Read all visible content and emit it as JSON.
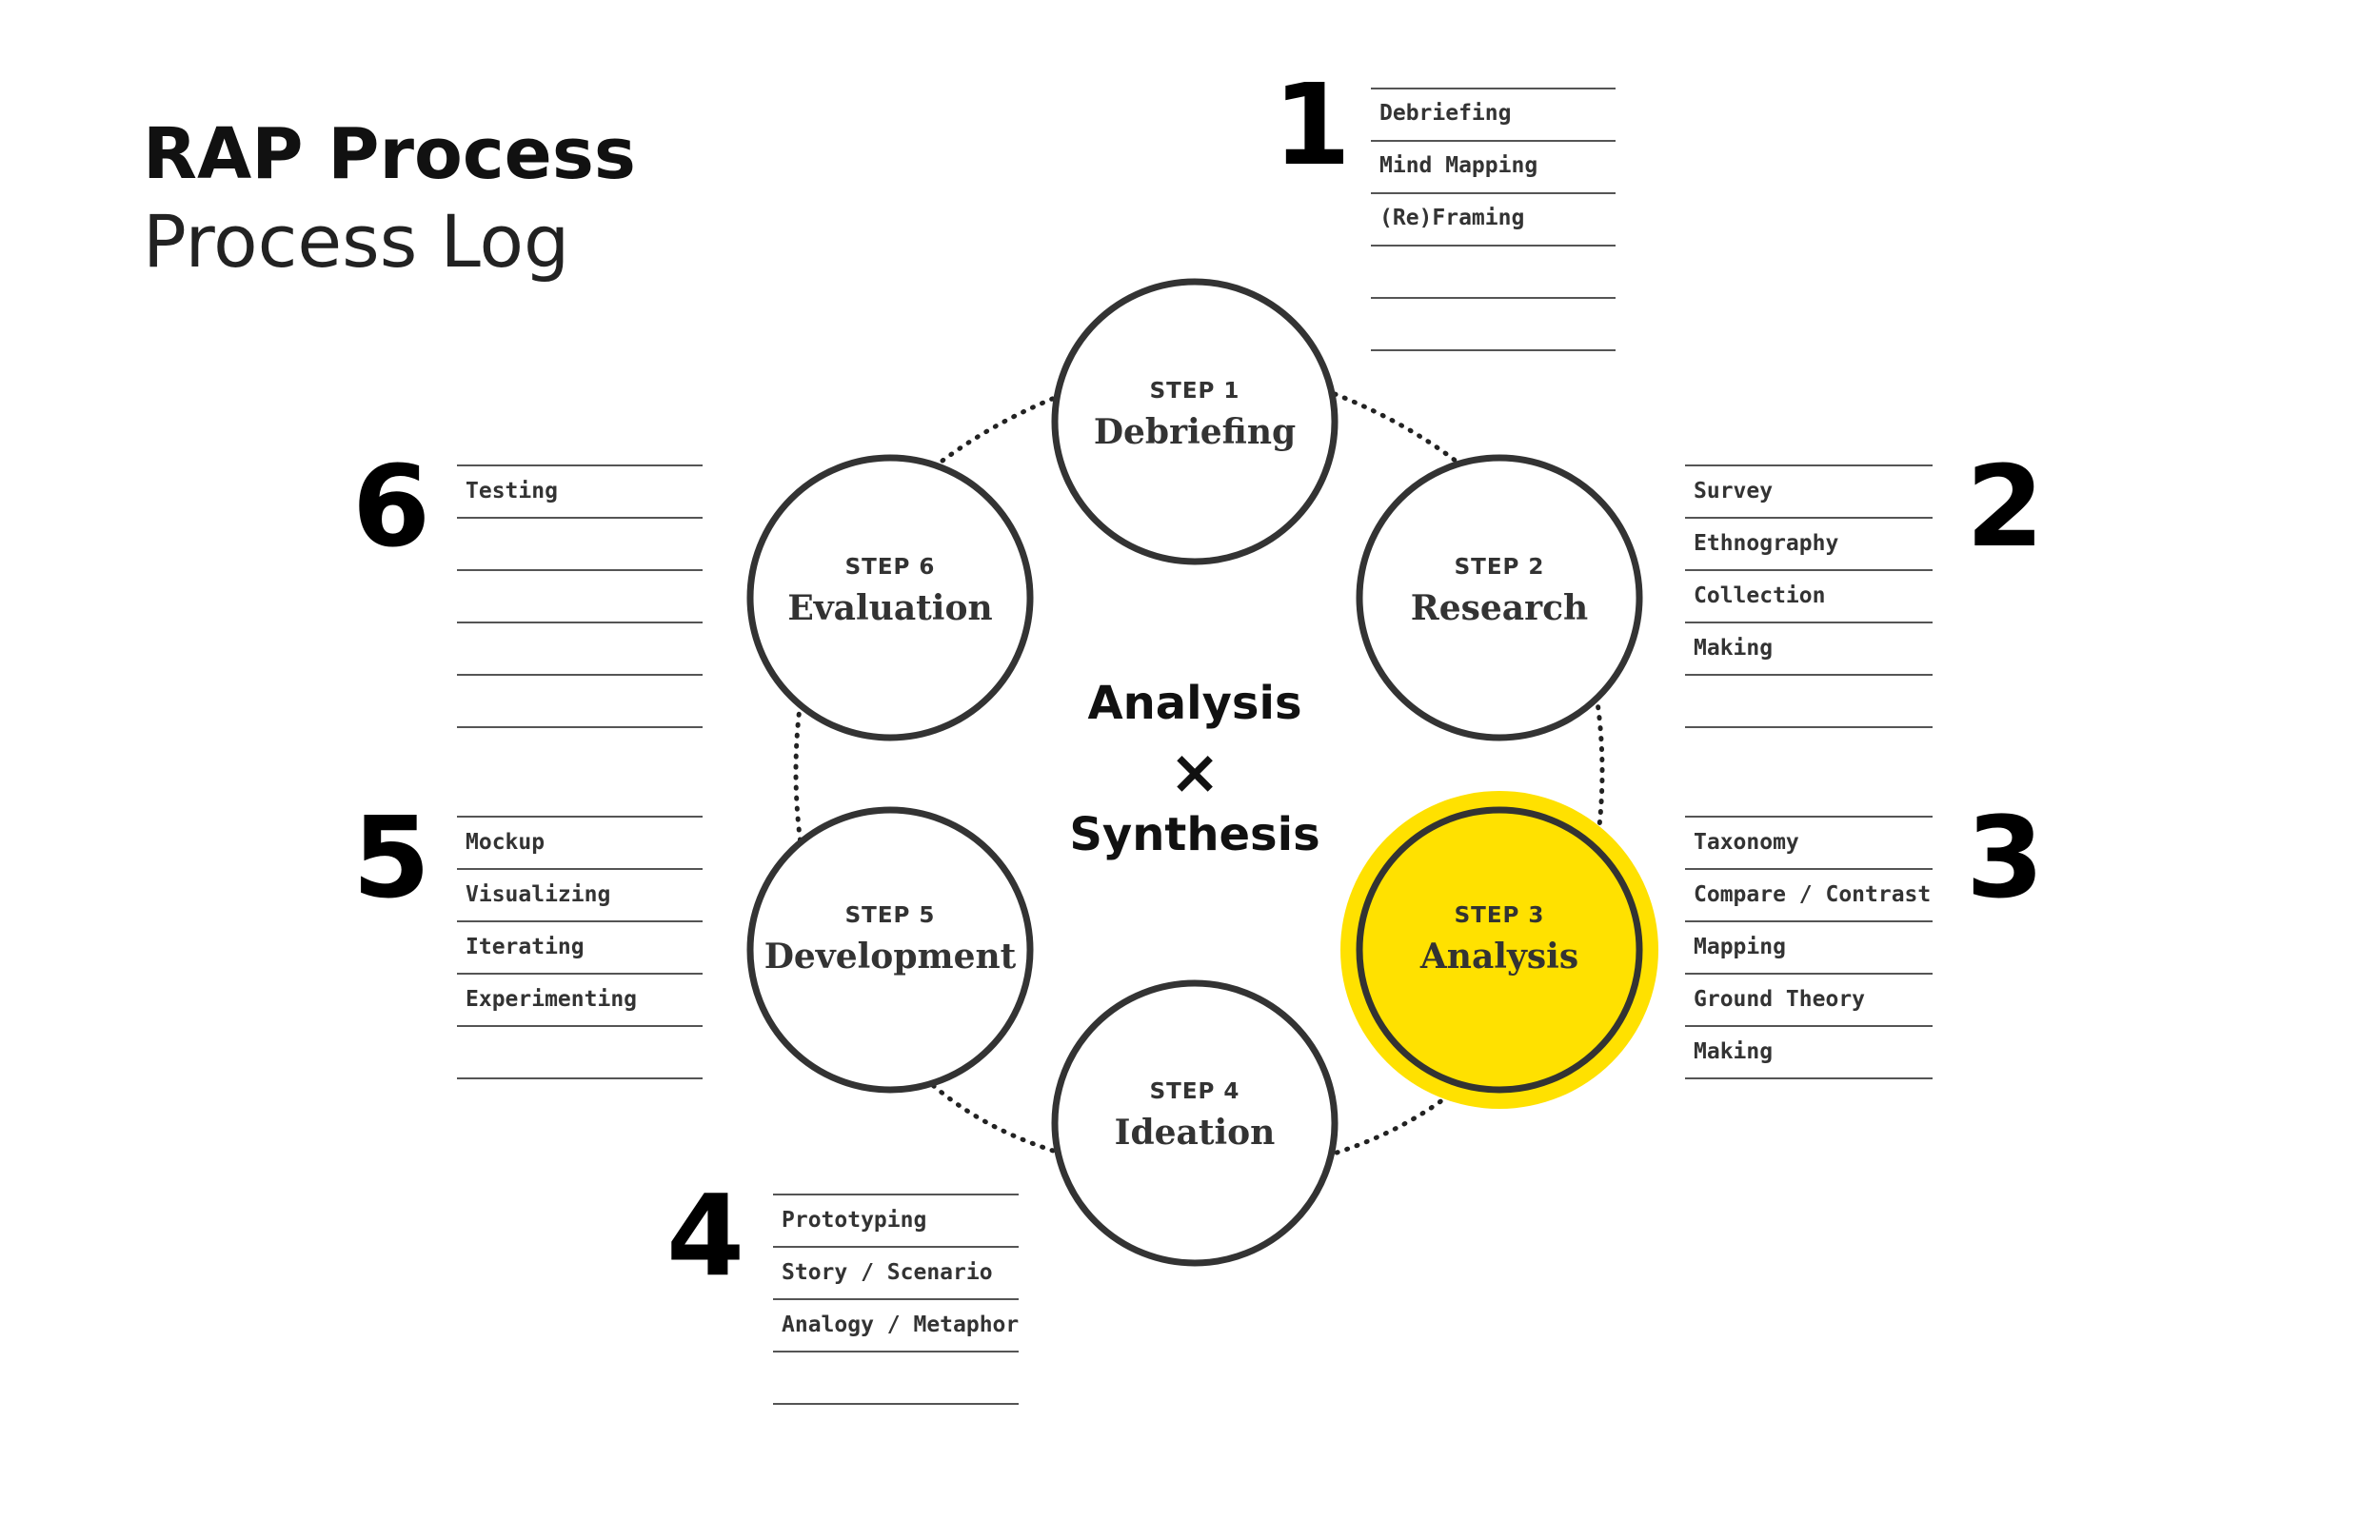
{
  "title": "RAP Process",
  "subtitle": "Process Log",
  "center": {
    "line1": "Analysis",
    "symbol": "×",
    "line2": "Synthesis"
  },
  "colors": {
    "highlight": "#FFE100",
    "stroke": "#333333",
    "text": "#222222"
  },
  "steps": [
    {
      "label": "STEP 1",
      "name": "Debriefing",
      "highlighted": false
    },
    {
      "label": "STEP 2",
      "name": "Research",
      "highlighted": false
    },
    {
      "label": "STEP 3",
      "name": "Analysis",
      "highlighted": true
    },
    {
      "label": "STEP 4",
      "name": "Ideation",
      "highlighted": false
    },
    {
      "label": "STEP 5",
      "name": "Development",
      "highlighted": false
    },
    {
      "label": "STEP 6",
      "name": "Evaluation",
      "highlighted": false
    }
  ],
  "logs": [
    {
      "number": "1",
      "items": [
        "Debriefing",
        "Mind Mapping",
        "(Re)Framing",
        "",
        ""
      ]
    },
    {
      "number": "2",
      "items": [
        "Survey",
        "Ethnography",
        "Collection",
        "Making",
        ""
      ]
    },
    {
      "number": "3",
      "items": [
        "Taxonomy",
        "Compare / Contrast",
        "Mapping",
        "Ground Theory",
        "Making"
      ]
    },
    {
      "number": "4",
      "items": [
        "Prototyping",
        "Story / Scenario",
        "Analogy / Metaphor",
        ""
      ]
    },
    {
      "number": "5",
      "items": [
        "Mockup",
        "Visualizing",
        "Iterating",
        "Experimenting",
        ""
      ]
    },
    {
      "number": "6",
      "items": [
        "Testing",
        "",
        "",
        "",
        ""
      ]
    }
  ]
}
